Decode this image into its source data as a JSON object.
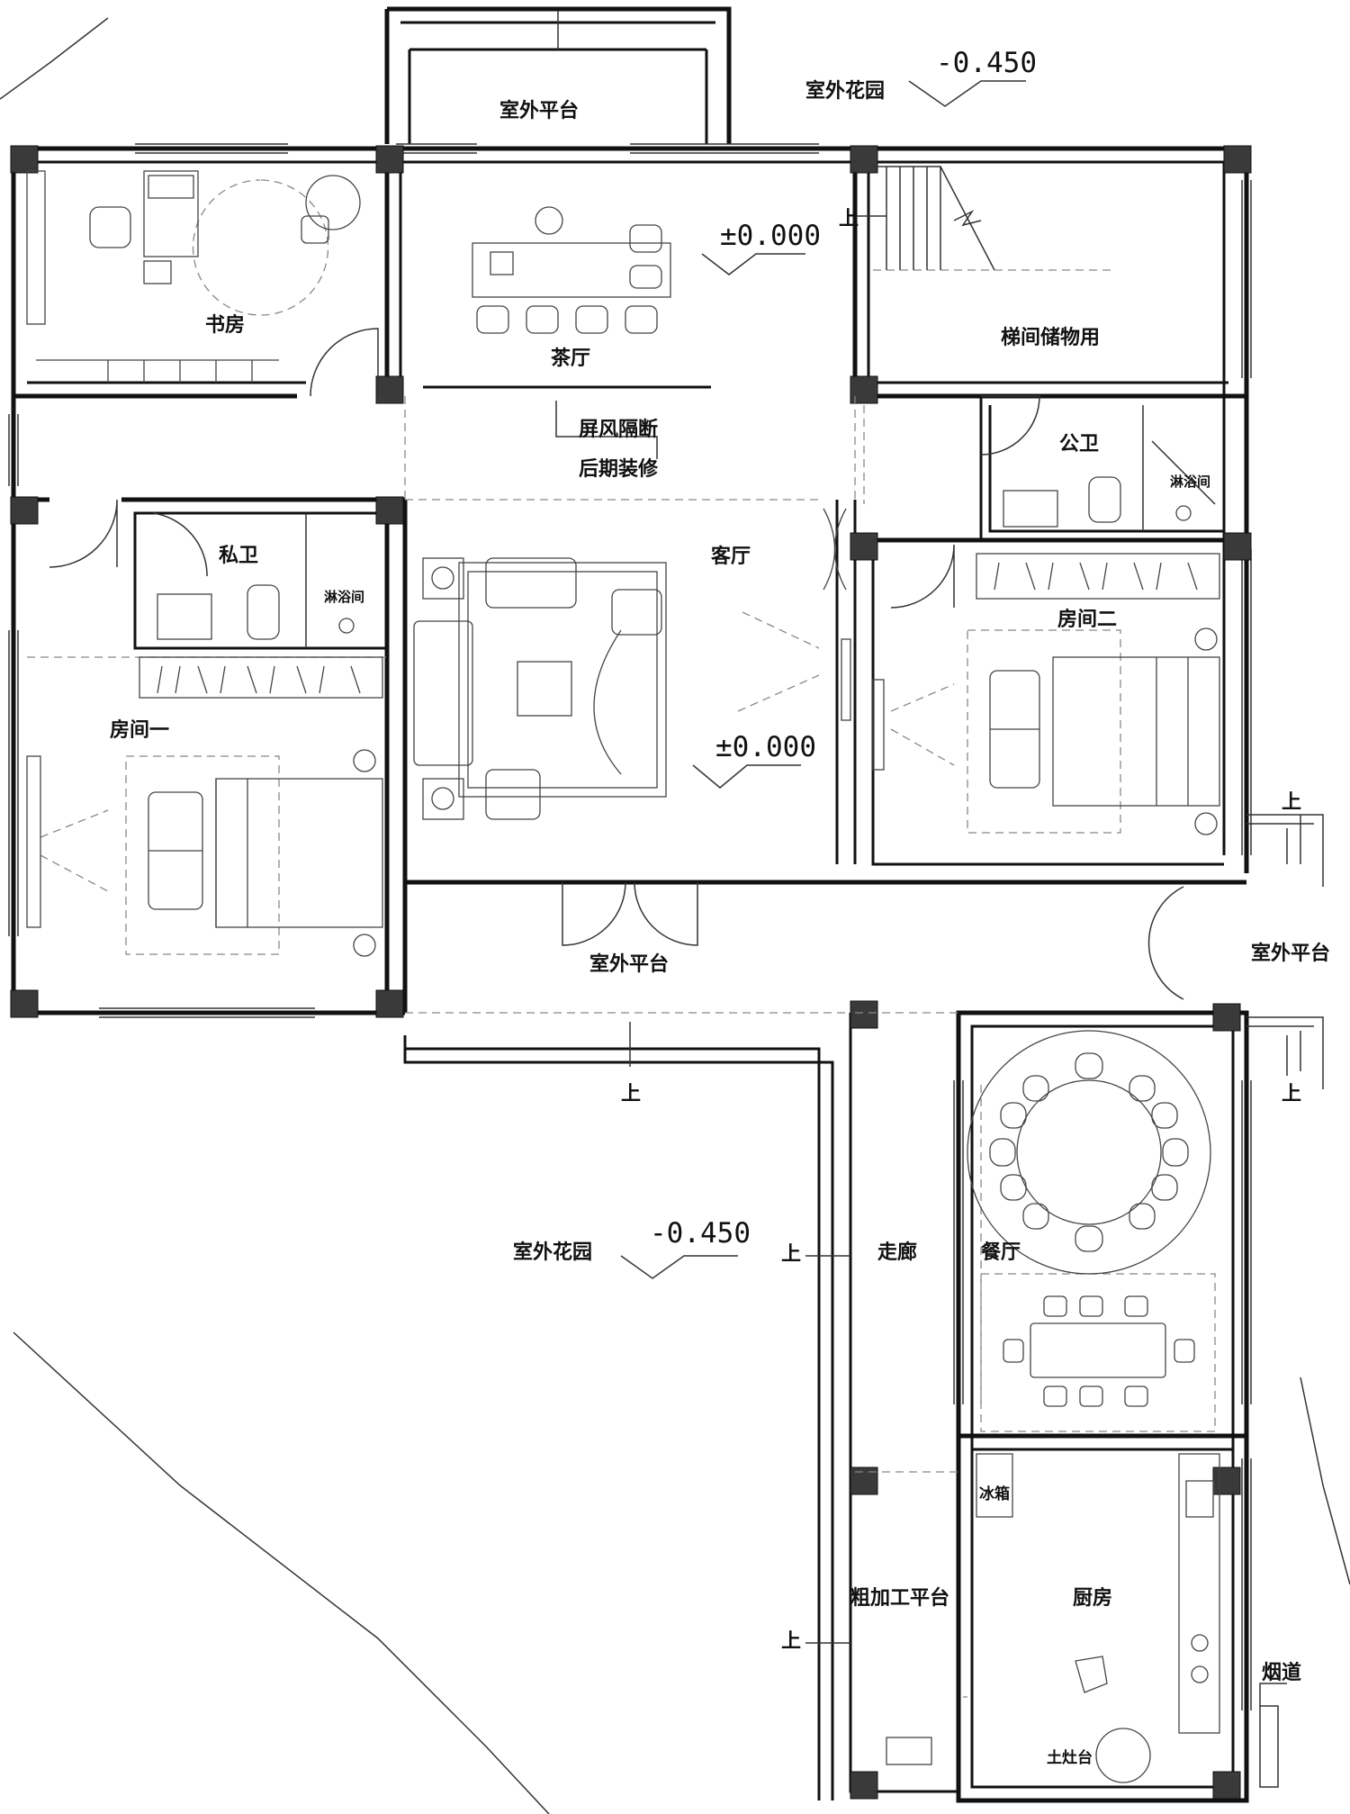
{
  "labels": {
    "outdoor_platform_top": "室外平台",
    "outdoor_garden_top": "室外花园",
    "level_top": "-0.450",
    "study": "书房",
    "tea_room": "茶厅",
    "level_tea": "±0.000",
    "stair_storage": "梯间储物用",
    "screen_partition": "屏风隔断",
    "later_decoration": "后期装修",
    "public_bath": "公卫",
    "shower_right": "淋浴间",
    "private_bath": "私卫",
    "shower_left": "淋浴间",
    "living_room": "客厅",
    "level_living": "±0.000",
    "bedroom_two": "房间二",
    "bedroom_one": "房间一",
    "outdoor_platform_mid": "室外平台",
    "outdoor_platform_right": "室外平台",
    "outdoor_garden_bottom": "室外花园",
    "level_bottom": "-0.450",
    "corridor": "走廊",
    "dining_room": "餐厅",
    "fridge": "冰箱",
    "rough_platform": "粗加工平台",
    "kitchen": "厨房",
    "chimney": "烟道",
    "earth_stove": "土灶台"
  },
  "up_marks": {
    "stair_up": "上",
    "right_up_top": "上",
    "right_up_bottom": "上",
    "mid_up": "上",
    "corridor_up_1": "上",
    "corridor_up_2": "上"
  },
  "colors": {
    "line": "#111111",
    "column": "#3a3a3a",
    "background": "#ffffff"
  }
}
